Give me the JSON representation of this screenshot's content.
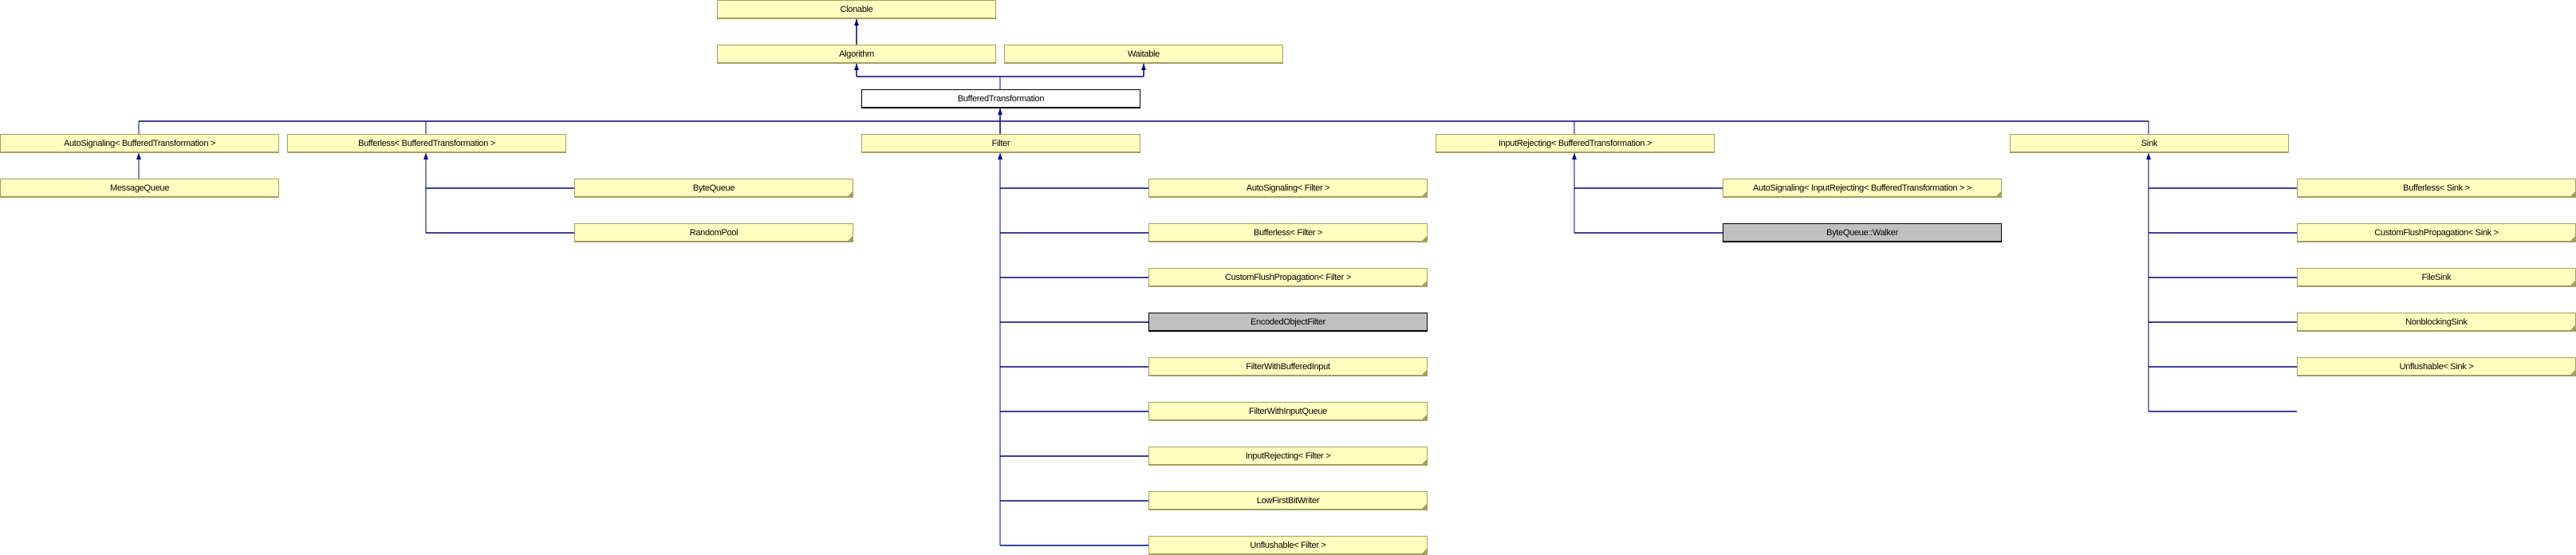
{
  "colors": {
    "node_fill": "#ffffc0",
    "node_border": "#a0a060",
    "current_fill": "#ffffff",
    "undocumented_fill": "#c0c0c0",
    "edge": "#000080"
  },
  "nodes": {
    "clonable": "Clonable",
    "algorithm": "Algorithm",
    "waitable": "Waitable",
    "buffered_transformation": "BufferedTransformation",
    "autosignaling_bt": "AutoSignaling< BufferedTransformation >",
    "bufferless_bt": "Bufferless< BufferedTransformation >",
    "filter": "Filter",
    "inputrejecting_bt": "InputRejecting< BufferedTransformation >",
    "sink": "Sink",
    "message_queue": "MessageQueue",
    "byte_queue": "ByteQueue",
    "random_pool": "RandomPool",
    "filter_children": [
      "AutoSignaling< Filter >",
      "Bufferless< Filter >",
      "CustomFlushPropagation< Filter >",
      "EncodedObjectFilter",
      "FilterWithBufferedInput",
      "FilterWithInputQueue",
      "InputRejecting< Filter >",
      "LowFirstBitWriter",
      "Unflushable< Filter >"
    ],
    "inputrejecting_children": [
      "AutoSignaling< InputRejecting< BufferedTransformation > >",
      "ByteQueue::Walker"
    ],
    "sink_children": [
      "Bufferless< Sink >",
      "CustomFlushPropagation< Sink >",
      "FileSink",
      "NonblockingSink",
      "Unflushable< Sink >"
    ]
  }
}
